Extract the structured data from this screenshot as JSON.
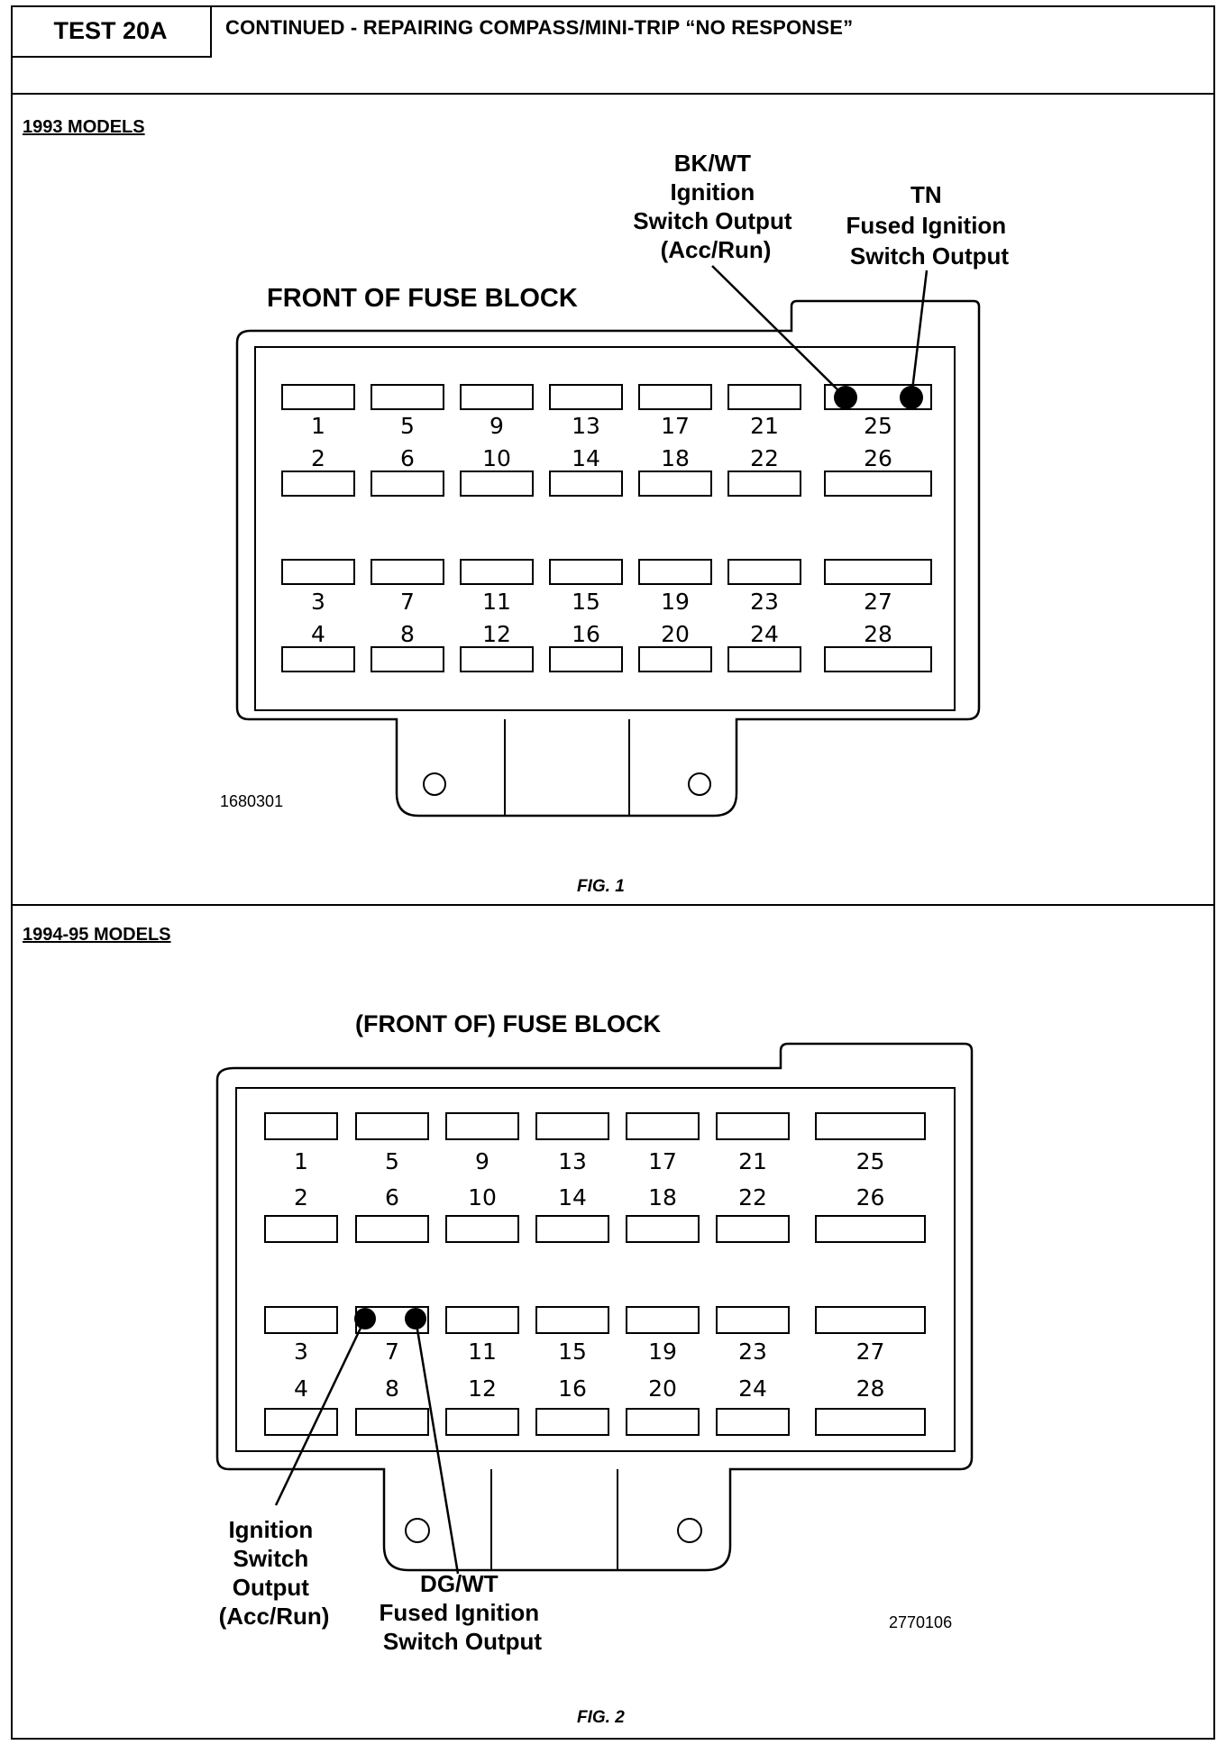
{
  "header": {
    "test_id": "TEST 20A",
    "title": "CONTINUED - REPAIRING COMPASS/MINI-TRIP “NO RESPONSE”"
  },
  "section1": {
    "label": "1993 MODELS",
    "block_title": "FRONT OF FUSE BLOCK",
    "callout_left": [
      "BK/WT",
      "Ignition",
      "Switch Output",
      "(Acc/Run)"
    ],
    "callout_right": [
      "TN",
      "Fused Ignition",
      "Switch Output"
    ],
    "part_number": "1680301",
    "fig_label": "FIG. 1",
    "highlighted_cavity": "25"
  },
  "section2": {
    "label": "1994-95 MODELS",
    "block_title": "(FRONT OF) FUSE BLOCK",
    "callout_left": [
      "Ignition",
      "Switch",
      "Output",
      "(Acc/Run)"
    ],
    "callout_right": [
      "DG/WT",
      "Fused Ignition",
      "Switch Output"
    ],
    "part_number": "2770106",
    "fig_label": "FIG. 2",
    "highlighted_cavity": "7"
  },
  "fuse_numbers": [
    [
      "1",
      "5",
      "9",
      "13",
      "17",
      "21",
      "25"
    ],
    [
      "2",
      "6",
      "10",
      "14",
      "18",
      "22",
      "26"
    ],
    [
      "3",
      "7",
      "11",
      "15",
      "19",
      "23",
      "27"
    ],
    [
      "4",
      "8",
      "12",
      "16",
      "20",
      "24",
      "28"
    ]
  ]
}
